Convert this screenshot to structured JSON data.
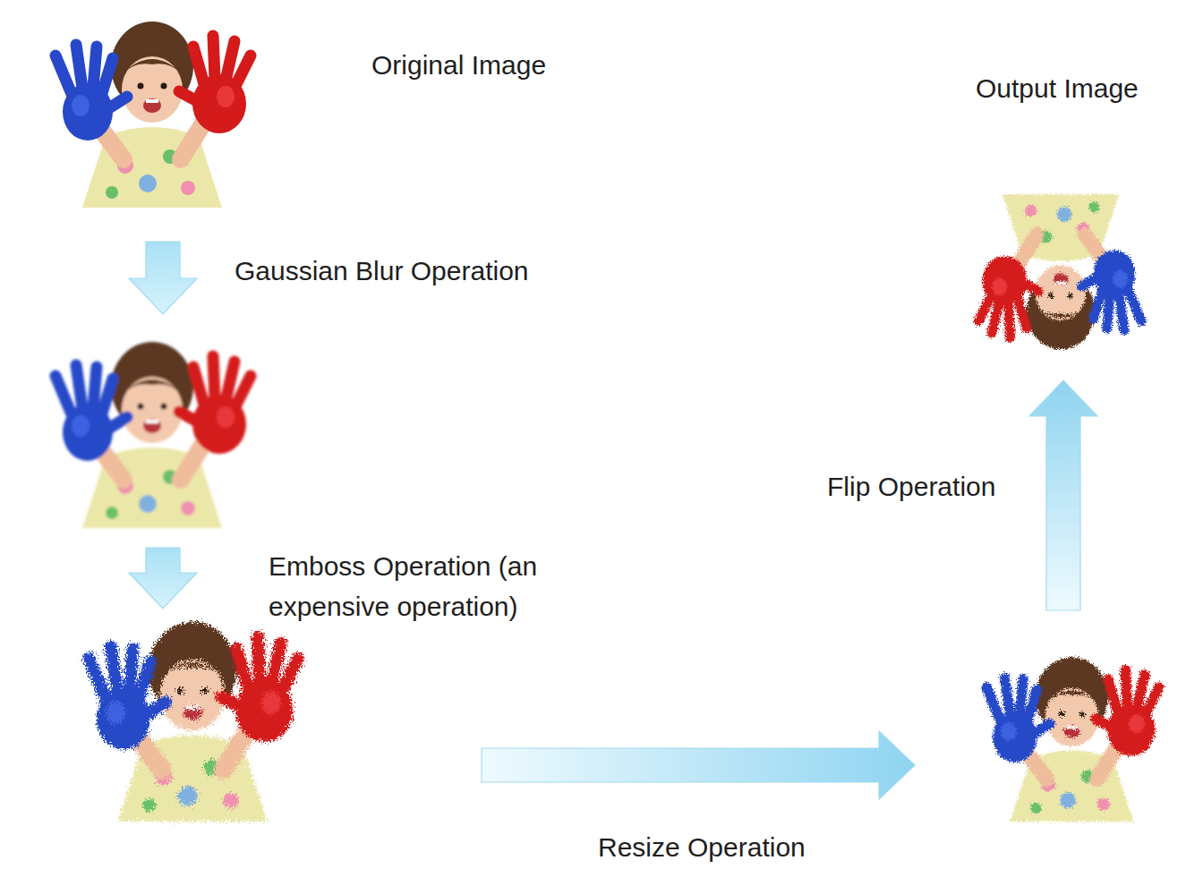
{
  "diagram": {
    "nodes": [
      {
        "text": [
          "Original Image"
        ]
      },
      {
        "text": []
      },
      {
        "text": []
      },
      {
        "text": []
      },
      {
        "text": [
          "Output Image"
        ]
      }
    ],
    "edges": [
      {
        "from": 0,
        "to": 1,
        "arrow": "to",
        "label": "Gaussian Blur Operation"
      },
      {
        "from": 1,
        "to": 2,
        "arrow": "to",
        "label": "Emboss Operation (an expensive operation)"
      },
      {
        "from": 2,
        "to": 3,
        "arrow": "to",
        "label": "Resize Operation"
      },
      {
        "from": 3,
        "to": 4,
        "arrow": "to",
        "label": "Flip Operation"
      }
    ]
  }
}
